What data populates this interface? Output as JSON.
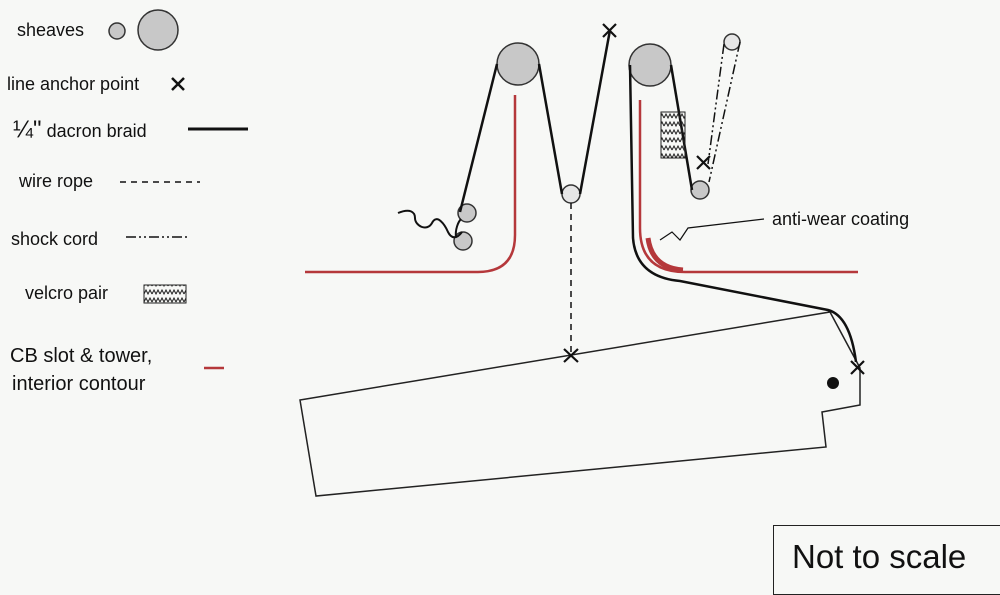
{
  "legend": {
    "sheaves": "sheaves",
    "line_anchor_point": "line anchor point",
    "dacron_fraction": "¼\"",
    "dacron_text": "dacron braid",
    "wire_rope": "wire rope",
    "shock_cord": "shock cord",
    "velcro_pair": "velcro pair",
    "cb_line1": "CB slot & tower,",
    "cb_line2": "interior contour"
  },
  "annotation": {
    "anti_wear": "anti-wear coating"
  },
  "note": "Not to scale",
  "colors": {
    "line": "#111111",
    "contour": "#b5383b",
    "sheave_fill": "#c8c8c8",
    "background": "#f7f8f6"
  }
}
